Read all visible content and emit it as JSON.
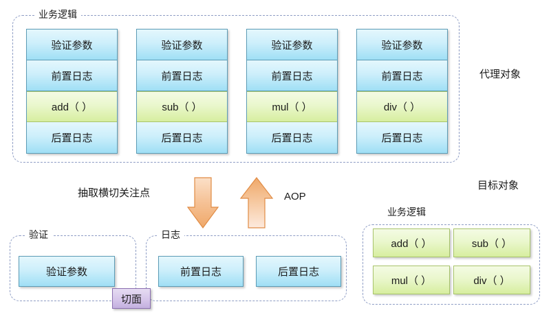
{
  "diagram": {
    "title": "AOP proxy object vs target object diagram",
    "colors": {
      "blue_fill_top": "#e4f7fd",
      "blue_fill_bottom": "#9fdff5",
      "blue_border": "#5b9bb5",
      "green_fill_top": "#f4fbe4",
      "green_fill_bottom": "#d7ee9f",
      "green_border": "#a8c46a",
      "purple_fill": "#d6c6ea",
      "purple_border": "#8b6fb0",
      "arrow_orange": "#f0a868",
      "arrow_orange_border": "#e08b44",
      "dashed_border": "#8d9cc4"
    }
  },
  "proxy_section": {
    "group_label": "业务逻辑",
    "side_label": "代理对象",
    "stacks": [
      {
        "name": "add",
        "cells": [
          {
            "text": "验证参数",
            "kind": "advice"
          },
          {
            "text": "前置日志",
            "kind": "advice"
          },
          {
            "text": "add（ ）",
            "kind": "method"
          },
          {
            "text": "后置日志",
            "kind": "advice"
          }
        ]
      },
      {
        "name": "sub",
        "cells": [
          {
            "text": "验证参数",
            "kind": "advice"
          },
          {
            "text": "前置日志",
            "kind": "advice"
          },
          {
            "text": "sub（ ）",
            "kind": "method"
          },
          {
            "text": "后置日志",
            "kind": "advice"
          }
        ]
      },
      {
        "name": "mul",
        "cells": [
          {
            "text": "验证参数",
            "kind": "advice"
          },
          {
            "text": "前置日志",
            "kind": "advice"
          },
          {
            "text": "mul（ ）",
            "kind": "method"
          },
          {
            "text": "后置日志",
            "kind": "advice"
          }
        ]
      },
      {
        "name": "div",
        "cells": [
          {
            "text": "验证参数",
            "kind": "advice"
          },
          {
            "text": "前置日志",
            "kind": "advice"
          },
          {
            "text": "div（ ）",
            "kind": "method"
          },
          {
            "text": "后置日志",
            "kind": "advice"
          }
        ]
      }
    ]
  },
  "middle": {
    "extract_label": "抽取横切关注点",
    "aop_label": "AOP",
    "down_arrow_name": "down-arrow",
    "up_arrow_name": "up-arrow"
  },
  "aspect_section": {
    "validate_group_label": "验证",
    "log_group_label": "日志",
    "aspect_chip_label": "切面",
    "validate_items": [
      "验证参数"
    ],
    "log_items": [
      "前置日志",
      "后置日志"
    ]
  },
  "target_section": {
    "side_label": "目标对象",
    "group_label": "业务逻辑",
    "methods": [
      "add（ ）",
      "sub（ ）",
      "mul（ ）",
      "div（ ）"
    ]
  }
}
